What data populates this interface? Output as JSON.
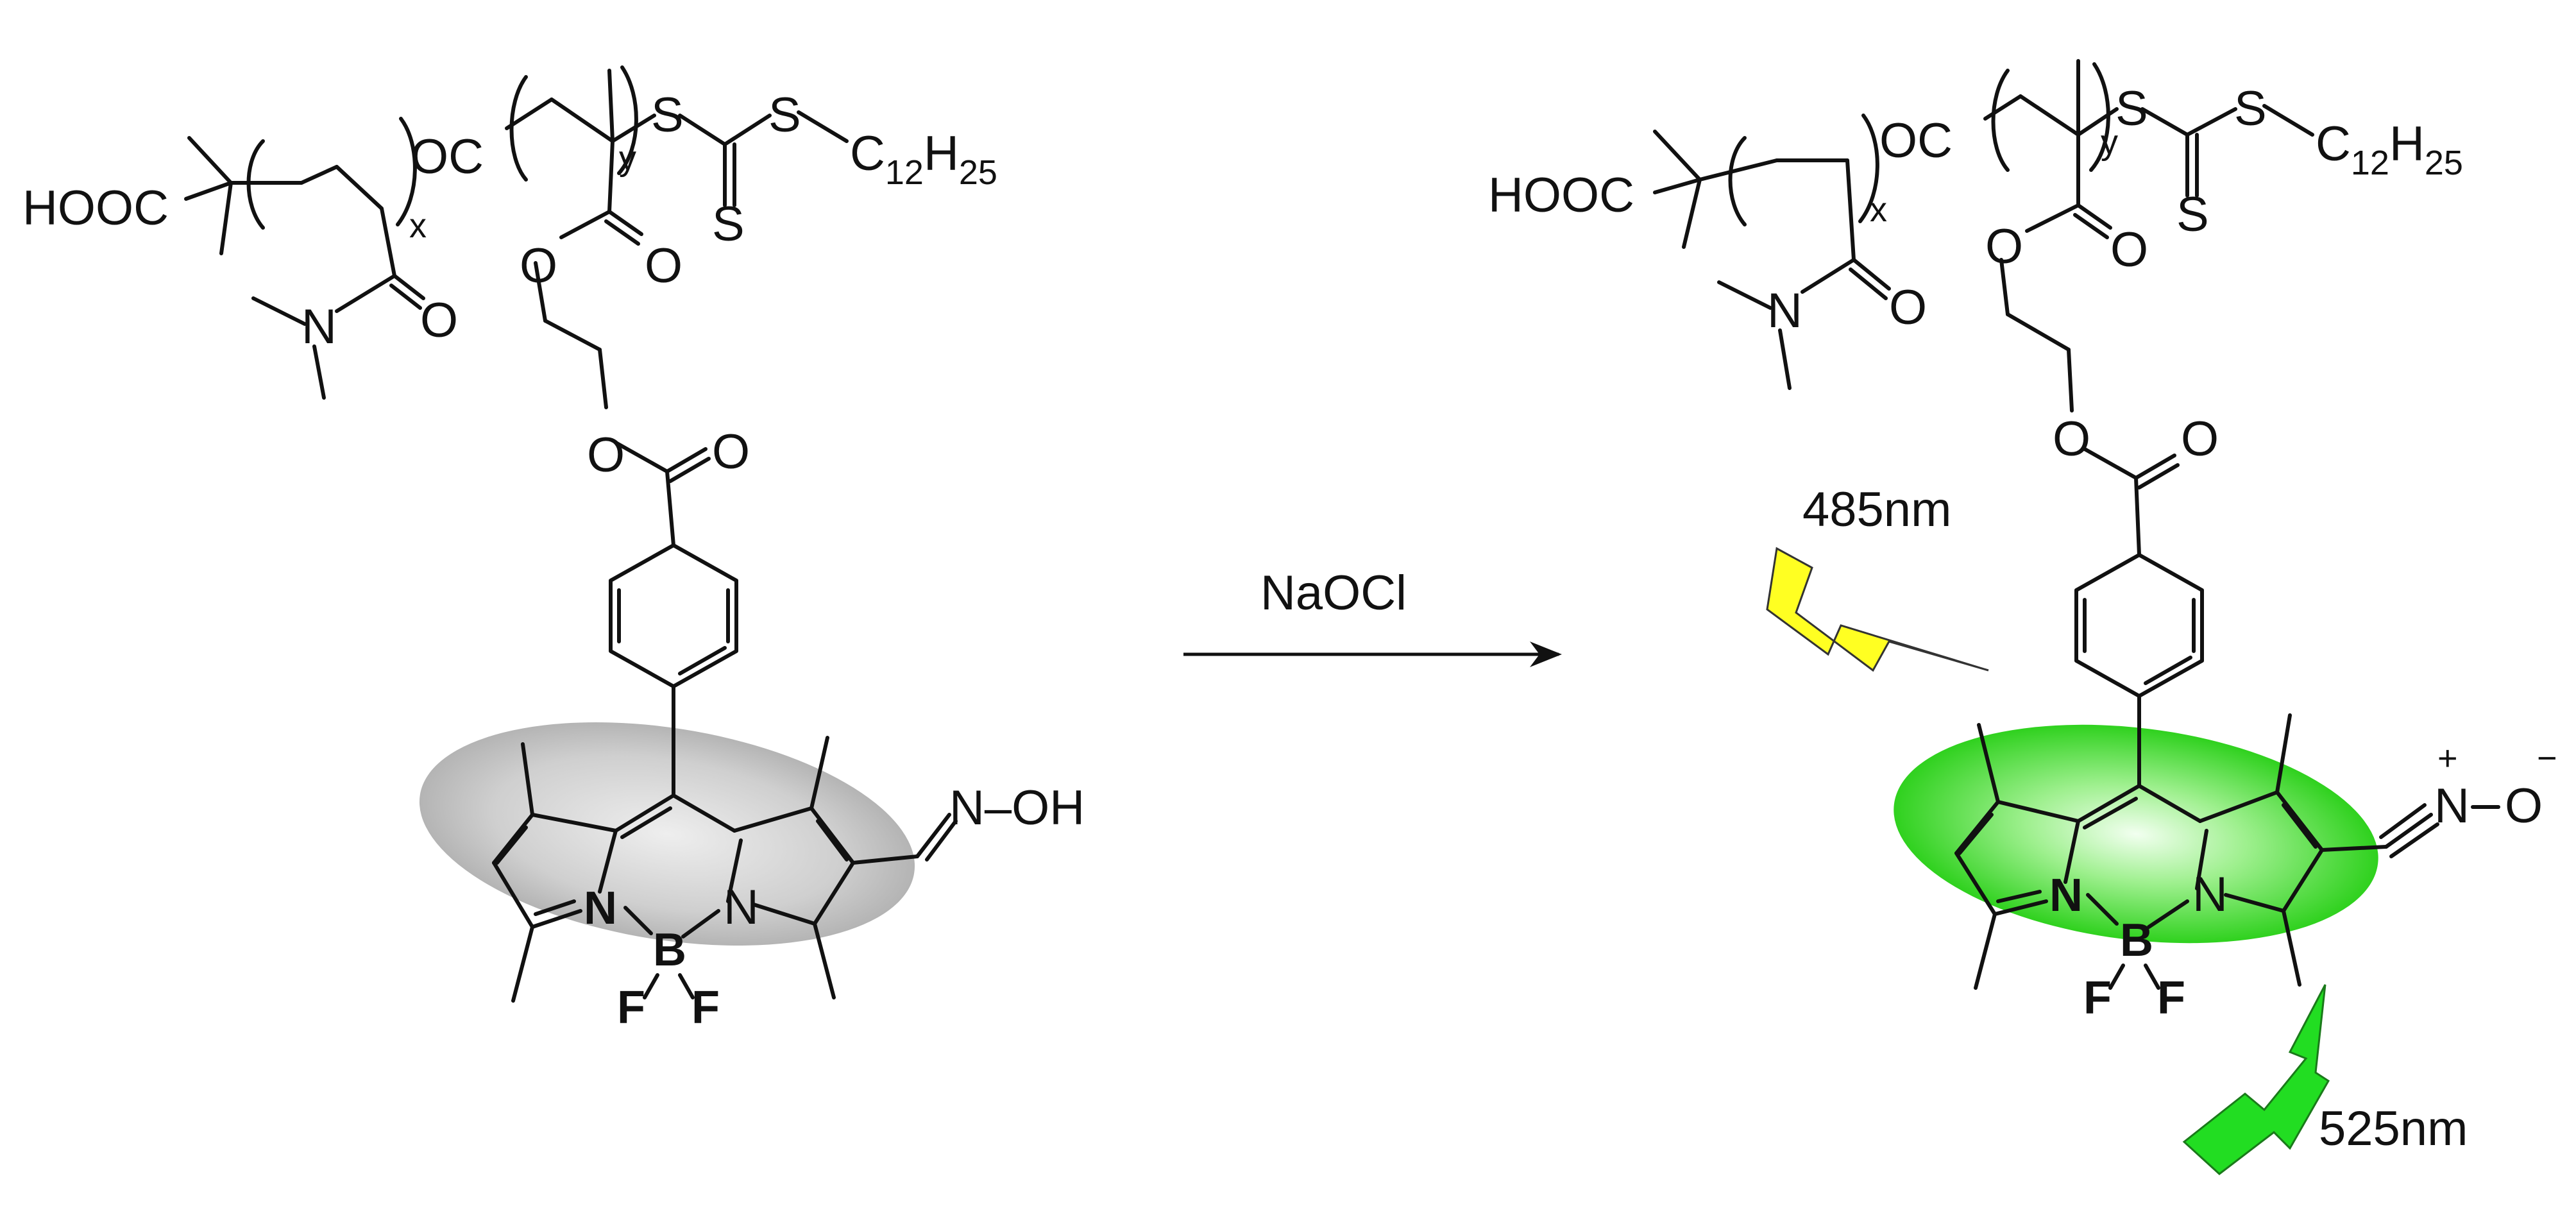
{
  "colors": {
    "reactant_halo": "#bdbdbd",
    "product_halo": "#33dd22",
    "excitation_bolt": "#ffff22",
    "emission_bolt": "#22dd22",
    "line": "#111111"
  },
  "reactant": {
    "chain_end": "HOOC",
    "index_x": "x",
    "ester_link": "OC",
    "index_y": "y",
    "sulfur_1": "S",
    "sulfur_2": "S",
    "thione_s": "S",
    "alkyl": "C",
    "alkyl_c_count": "12",
    "alkyl_h": "H",
    "alkyl_h_count": "25",
    "amide_o": "O",
    "amide_n": "N",
    "ester_o1": "O",
    "ester_o2": "O",
    "ester_o3": "O",
    "ester_o4": "O",
    "bodipy_n1": "N",
    "bodipy_n2": "N",
    "bodipy_b": "B",
    "bodipy_f1": "F",
    "bodipy_f2": "F",
    "oxime": "N–OH"
  },
  "product": {
    "chain_end": "HOOC",
    "index_x": "x",
    "ester_link": "OC",
    "index_y": "y",
    "sulfur_1": "S",
    "sulfur_2": "S",
    "thione_s": "S",
    "alkyl": "C",
    "alkyl_c_count": "12",
    "alkyl_h": "H",
    "alkyl_h_count": "25",
    "amide_o": "O",
    "amide_n": "N",
    "ester_o1": "O",
    "ester_o2": "O",
    "ester_o3": "O",
    "ester_o4": "O",
    "bodipy_n1": "N",
    "bodipy_n2": "N",
    "bodipy_b": "B",
    "bodipy_f1": "F",
    "bodipy_f2": "F",
    "nitrile_oxide_n": "N",
    "nitrile_oxide_o": "O",
    "charge_plus": "+",
    "charge_minus": "−"
  },
  "reaction": {
    "reagent": "NaOCl"
  },
  "annotations": {
    "excitation": "485nm",
    "emission": "525nm"
  }
}
